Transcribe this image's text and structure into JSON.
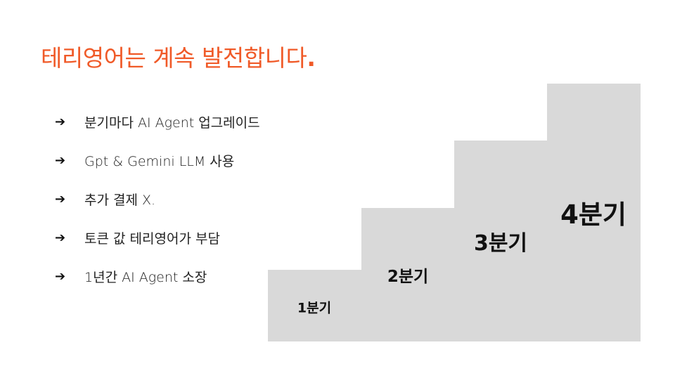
{
  "title": {
    "text": "테리영어는 계속 발전합니다",
    "end": "."
  },
  "bullets": [
    {
      "icon": "right-arrow-icon",
      "text": "분기마다 AI Agent 업그레이드"
    },
    {
      "icon": "right-arrow-icon",
      "text": "Gpt & Gemini LLM 사용"
    },
    {
      "icon": "right-arrow-icon",
      "text": "추가 결제 X."
    },
    {
      "icon": "right-arrow-icon",
      "text": "토큰 값 테리영어가 부담"
    },
    {
      "icon": "right-arrow-icon",
      "text": "1년간 AI Agent 소장"
    }
  ],
  "arrow_glyph": "➔",
  "steps": [
    {
      "label": "1분기"
    },
    {
      "label": "2분기"
    },
    {
      "label": "3분기"
    },
    {
      "label": "4분기"
    }
  ],
  "colors": {
    "accent": "#f05a28",
    "step_fill": "#d9d9d9",
    "text": "#222222"
  }
}
